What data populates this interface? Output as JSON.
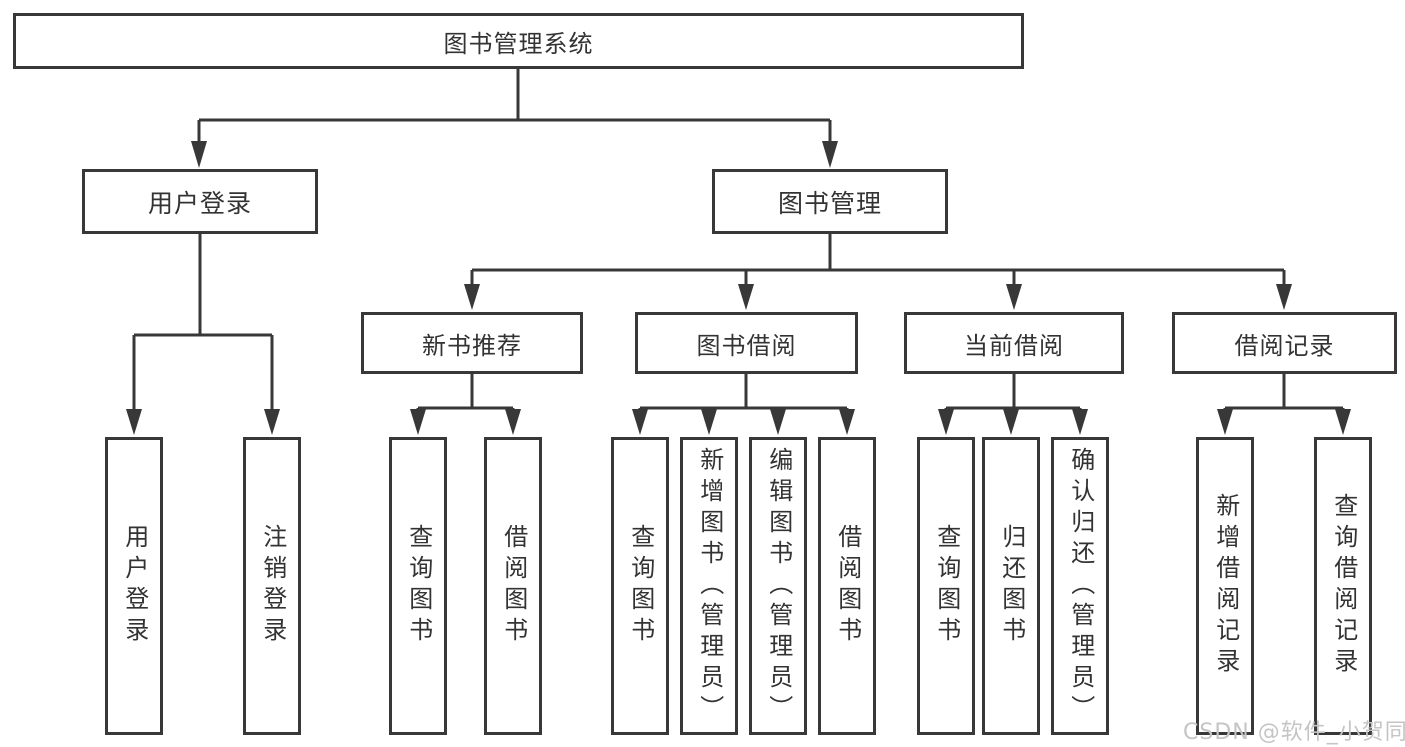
{
  "title": "图书管理系统",
  "colors": {
    "line": "#383838",
    "text": "#333333",
    "watermark": "#c6c4c4"
  },
  "level2": [
    {
      "label": "用户登录"
    },
    {
      "label": "图书管理"
    }
  ],
  "level3": [
    {
      "label": "新书推荐"
    },
    {
      "label": "图书借阅"
    },
    {
      "label": "当前借阅"
    },
    {
      "label": "借阅记录"
    }
  ],
  "leaves": {
    "user": [
      "用户登录",
      "注销登录"
    ],
    "recommend": [
      "查询图书",
      "借阅图书"
    ],
    "borrow": [
      "查询图书",
      "新增图书（管理员）",
      "编辑图书（管理员）",
      "借阅图书"
    ],
    "current": [
      "查询图书",
      "归还图书",
      "确认归还（管理员）"
    ],
    "records": [
      "新增借阅记录",
      "查询借阅记录"
    ]
  },
  "watermark": "CSDN @软件_小贺同学"
}
